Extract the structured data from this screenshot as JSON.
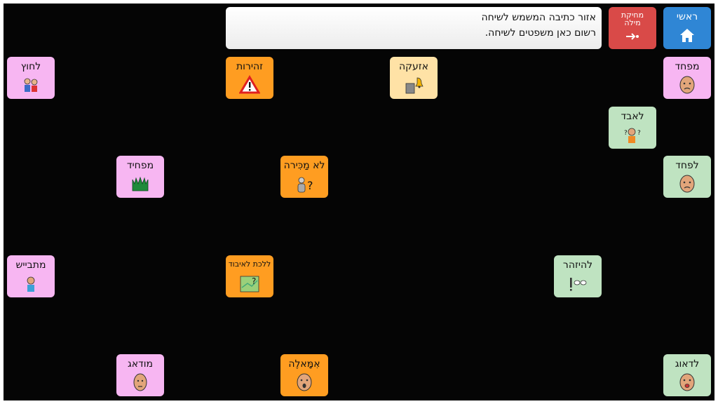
{
  "top": {
    "text_area": {
      "line1": "אזור כתיבה המשמש לשיחה",
      "line2": "רשום כאן משפטים לשיחה."
    },
    "home_label": "ראשי",
    "delete_label_line1": "מחיקת",
    "delete_label_line2": "מילה"
  },
  "tiles": {
    "hug": "לחוץ",
    "caution": "זהירות",
    "alarm": "אזעקה",
    "scary": "מפחד",
    "lose": "לאבד",
    "frightening": "מפחיד",
    "unknown": "לא מַכִּירה",
    "fear": "לפחד",
    "embarrassed": "מתבייש",
    "get_lost": "ללכת לאיבוד",
    "be_careful": "להיזהר",
    "worried": "מודאג",
    "mommy": "אִמָּאלֶה",
    "to_worry": "לדאוג"
  },
  "colors": {
    "board": "#050505",
    "pink": "#f7b6f2",
    "orange": "#ff9d21",
    "green": "#bfe3c1",
    "cream": "#ffe2a6",
    "blue": "#2f86d5",
    "red": "#d94a48"
  }
}
